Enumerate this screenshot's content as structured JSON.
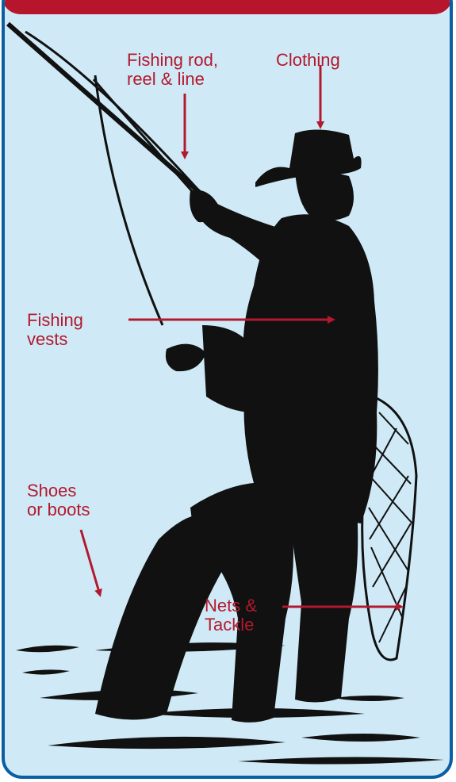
{
  "labels": {
    "rod": "Fishing rod,\nreel & line",
    "clothing": "Clothing",
    "vests": "Fishing\nvests",
    "shoes": "Shoes\nor boots",
    "nets": "Nets &\nTackle"
  },
  "colors": {
    "background": "#cfeaf6",
    "border": "#0a5ea3",
    "banner": "#b7152c",
    "label": "#b3192e",
    "silhouette": "#111111"
  }
}
